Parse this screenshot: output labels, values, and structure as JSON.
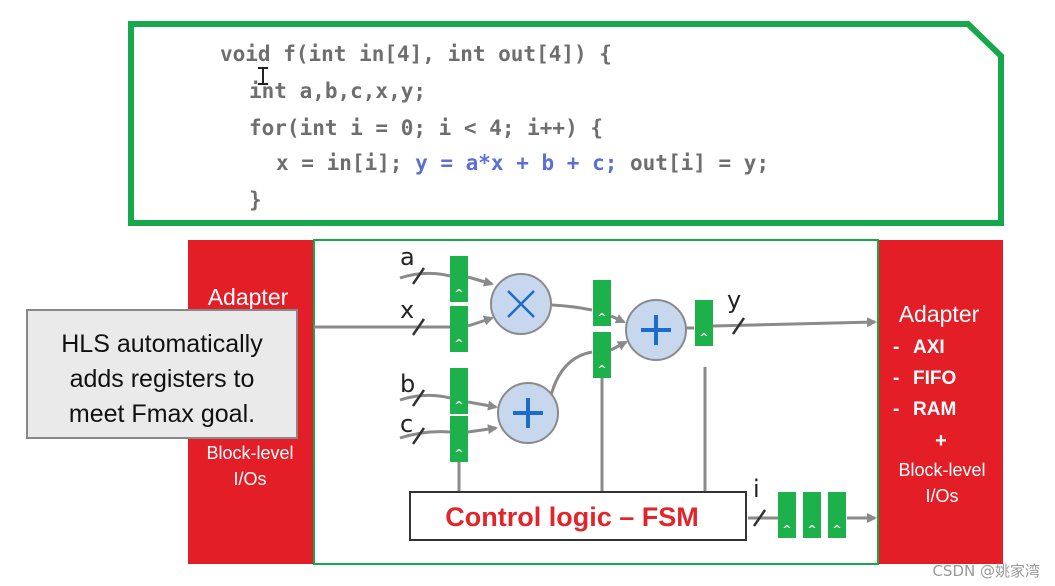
{
  "code": {
    "line1": "void f(int in[4], int out[4]) {",
    "line2": "int a,b,c,x,y;",
    "line3": "for(int i = 0; i < 4; i++) {",
    "line4_a": "x = in[i]; ",
    "line4_b": "y = a*x + b + c;",
    "line4_c": " out[i] = y;",
    "line5": "}"
  },
  "left_adapter": {
    "title": "Adapter",
    "block_level_line1": "Block-level",
    "block_level_line2": "I/Os"
  },
  "right_adapter": {
    "title": "Adapter",
    "items": [
      "AXI",
      "FIFO",
      "RAM"
    ],
    "plus": "+",
    "block_level_line1": "Block-level",
    "block_level_line2": "I/Os"
  },
  "note": {
    "line1": "HLS automatically",
    "line2": "adds registers to",
    "line3": "meet Fmax goal."
  },
  "signals": {
    "a": "a",
    "x": "x",
    "b": "b",
    "c": "c",
    "y": "y",
    "i": "i"
  },
  "operators": {
    "mul": "×",
    "add": "+"
  },
  "register_mark": "^",
  "fsm_label": "Control logic – FSM",
  "watermark": "CSDN @姚家湾",
  "colors": {
    "code_border": "#16a84a",
    "adapter_red": "#e41e26",
    "register_green": "#1db14b",
    "operator_fill": "#c6d7ee",
    "operator_symbol": "#1c6cc8",
    "highlight_code": "#5b6fd6",
    "fsm_text": "#e0262b"
  }
}
